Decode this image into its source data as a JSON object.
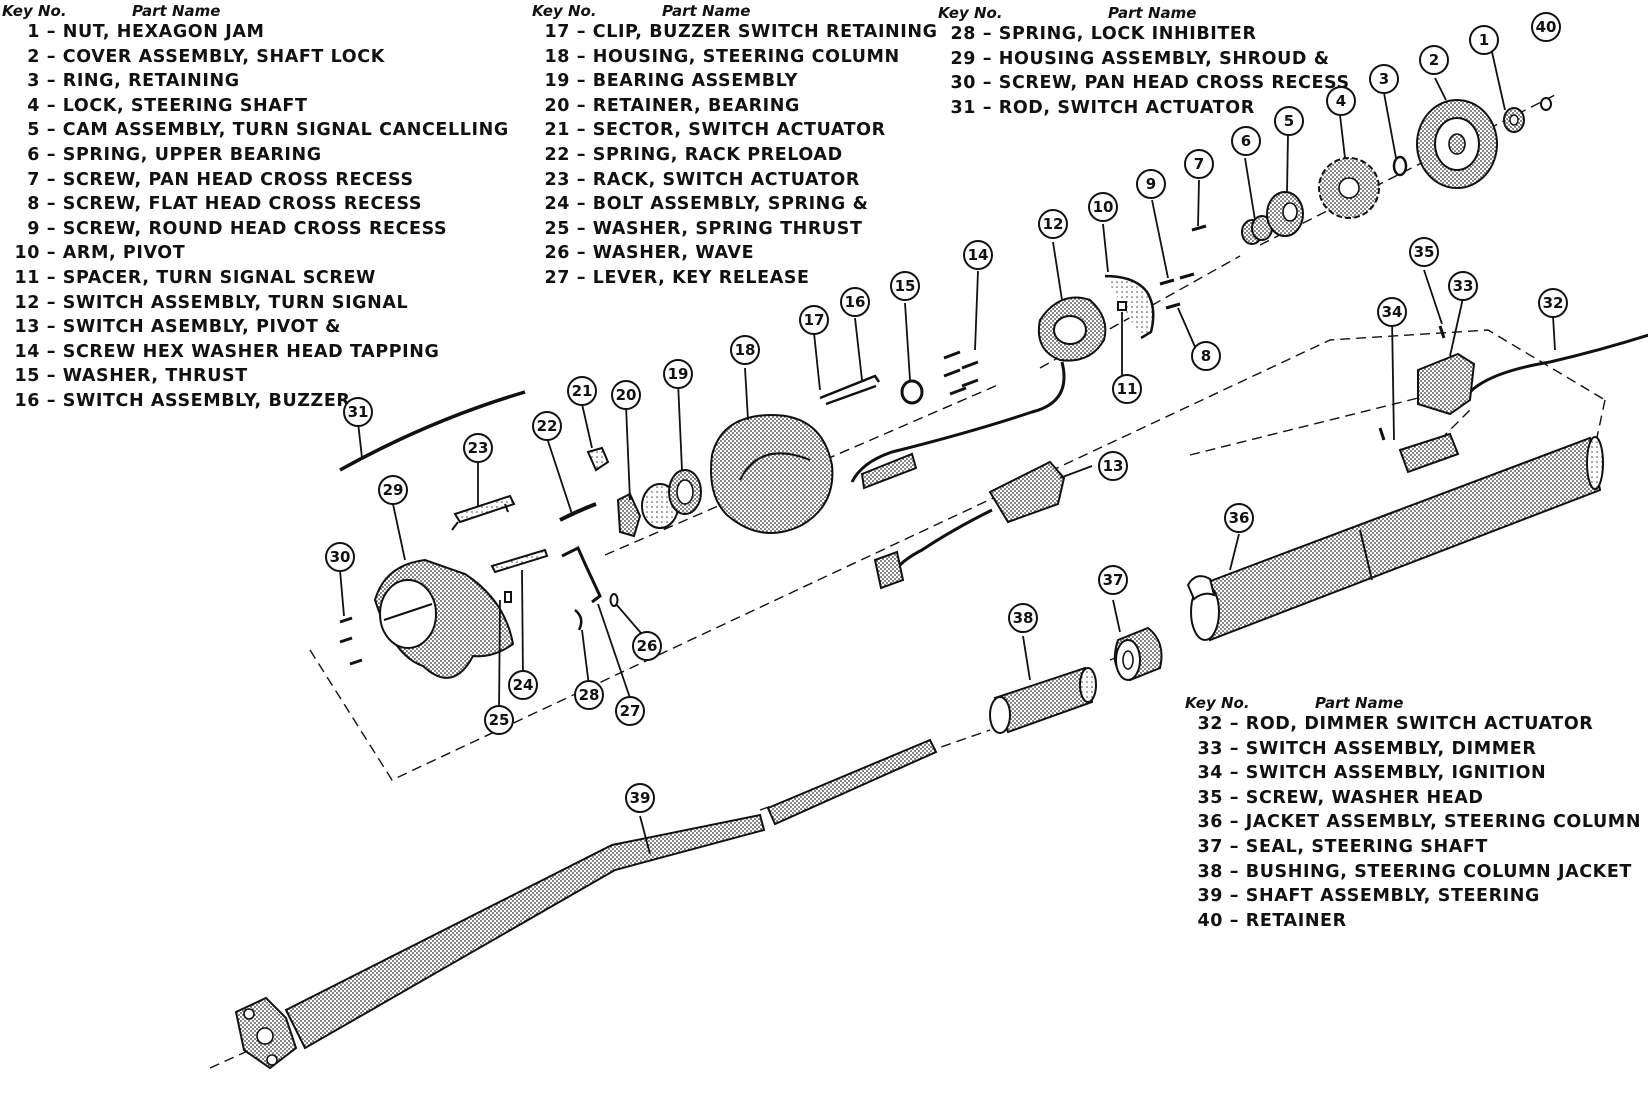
{
  "legend_header": {
    "key": "Key No.",
    "part": "Part Name"
  },
  "legend_groups": [
    {
      "id": "g1",
      "items": [
        {
          "key": "1",
          "name": "NUT, HEXAGON JAM"
        },
        {
          "key": "2",
          "name": "COVER ASSEMBLY, SHAFT LOCK"
        },
        {
          "key": "3",
          "name": "RING, RETAINING"
        },
        {
          "key": "4",
          "name": "LOCK, STEERING SHAFT"
        },
        {
          "key": "5",
          "name": "CAM ASSEMBLY, TURN SIGNAL CANCELLING"
        },
        {
          "key": "6",
          "name": "SPRING, UPPER BEARING"
        },
        {
          "key": "7",
          "name": "SCREW, PAN HEAD CROSS RECESS"
        },
        {
          "key": "8",
          "name": "SCREW, FLAT HEAD CROSS RECESS"
        },
        {
          "key": "9",
          "name": "SCREW, ROUND HEAD CROSS RECESS"
        },
        {
          "key": "10",
          "name": "ARM, PIVOT"
        },
        {
          "key": "11",
          "name": "SPACER, TURN SIGNAL SCREW"
        },
        {
          "key": "12",
          "name": "SWITCH ASSEMBLY, TURN SIGNAL"
        },
        {
          "key": "13",
          "name": "SWITCH ASEMBLY, PIVOT &"
        },
        {
          "key": "14",
          "name": "SCREW HEX WASHER HEAD TAPPING"
        },
        {
          "key": "15",
          "name": "WASHER, THRUST"
        },
        {
          "key": "16",
          "name": "SWITCH ASSEMBLY, BUZZER"
        }
      ]
    },
    {
      "id": "g2",
      "items": [
        {
          "key": "17",
          "name": "CLIP, BUZZER SWITCH RETAINING"
        },
        {
          "key": "18",
          "name": "HOUSING, STEERING COLUMN"
        },
        {
          "key": "19",
          "name": "BEARING ASSEMBLY"
        },
        {
          "key": "20",
          "name": "RETAINER, BEARING"
        },
        {
          "key": "21",
          "name": "SECTOR, SWITCH ACTUATOR"
        },
        {
          "key": "22",
          "name": "SPRING, RACK PRELOAD"
        },
        {
          "key": "23",
          "name": "RACK, SWITCH ACTUATOR"
        },
        {
          "key": "24",
          "name": "BOLT ASSEMBLY, SPRING &"
        },
        {
          "key": "25",
          "name": "WASHER, SPRING THRUST"
        },
        {
          "key": "26",
          "name": "WASHER, WAVE"
        },
        {
          "key": "27",
          "name": "LEVER, KEY RELEASE"
        }
      ]
    },
    {
      "id": "g3",
      "items": [
        {
          "key": "28",
          "name": "SPRING, LOCK INHIBITER"
        },
        {
          "key": "29",
          "name": "HOUSING ASSEMBLY, SHROUD &"
        },
        {
          "key": "30",
          "name": "SCREW, PAN HEAD CROSS RECESS"
        },
        {
          "key": "31",
          "name": "ROD, SWITCH ACTUATOR"
        }
      ]
    },
    {
      "id": "g4",
      "items": [
        {
          "key": "32",
          "name": "ROD, DIMMER SWITCH ACTUATOR"
        },
        {
          "key": "33",
          "name": "SWITCH ASSEMBLY, DIMMER"
        },
        {
          "key": "34",
          "name": "SWITCH ASSEMBLY, IGNITION"
        },
        {
          "key": "35",
          "name": "SCREW, WASHER HEAD"
        },
        {
          "key": "36",
          "name": "JACKET ASSEMBLY, STEERING COLUMN"
        },
        {
          "key": "37",
          "name": "SEAL, STEERING SHAFT"
        },
        {
          "key": "38",
          "name": "BUSHING, STEERING COLUMN JACKET"
        },
        {
          "key": "39",
          "name": "SHAFT ASSEMBLY, STEERING"
        },
        {
          "key": "40",
          "name": "RETAINER"
        }
      ]
    }
  ],
  "callouts": [
    "1",
    "2",
    "3",
    "4",
    "5",
    "6",
    "7",
    "8",
    "9",
    "10",
    "11",
    "12",
    "13",
    "14",
    "15",
    "16",
    "17",
    "18",
    "19",
    "20",
    "21",
    "22",
    "23",
    "24",
    "25",
    "26",
    "27",
    "28",
    "29",
    "30",
    "31",
    "32",
    "33",
    "34",
    "35",
    "36",
    "37",
    "38",
    "39",
    "40"
  ]
}
